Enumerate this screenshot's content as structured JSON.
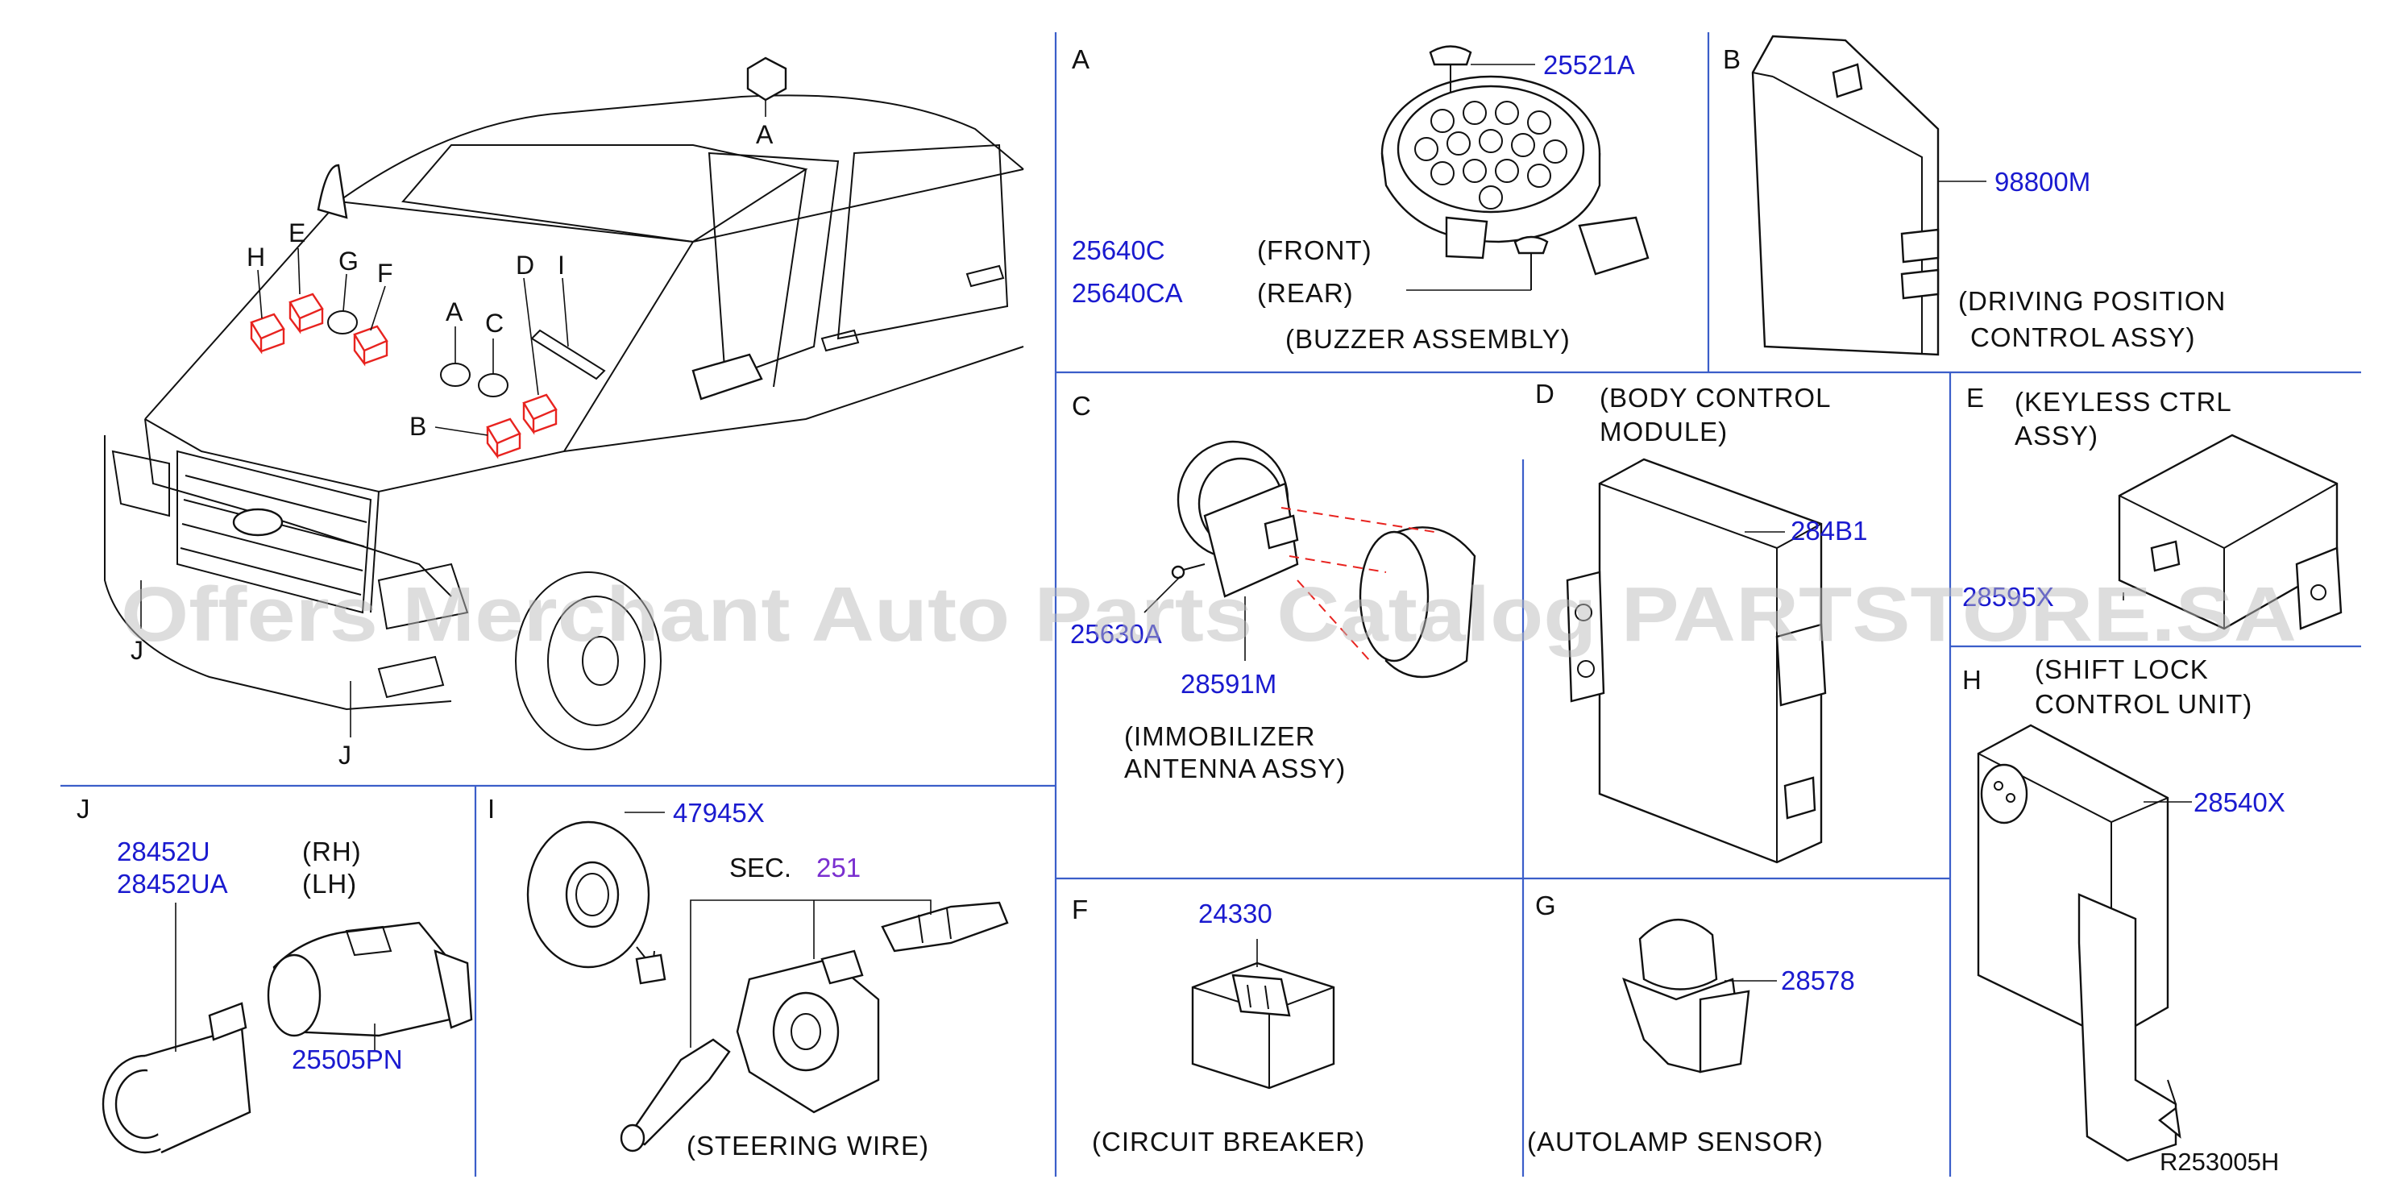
{
  "reference_code": "R253005H",
  "watermark": "Offers Merchant Auto Parts Catalog PARTSTORE.SA",
  "overview": {
    "callouts": [
      "A",
      "H",
      "E",
      "G",
      "F",
      "A",
      "C",
      "D",
      "I",
      "B",
      "J",
      "J"
    ]
  },
  "panels": {
    "A": {
      "letter": "A",
      "title_lines": [
        "(BUZZER  ASSEMBLY)"
      ],
      "parts": [
        "25521A",
        "25640C",
        "25640CA"
      ],
      "qualifiers": [
        "(FRONT)",
        "(REAR)"
      ]
    },
    "B": {
      "letter": "B",
      "title_lines": [
        "(DRIVING  POSITION",
        "CONTROL  ASSY)"
      ],
      "parts": [
        "98800M"
      ]
    },
    "C": {
      "letter": "C",
      "title_lines": [
        "(IMMOBILIZER",
        "ANTENNA  ASSY)"
      ],
      "parts": [
        "25630A",
        "28591M"
      ]
    },
    "D": {
      "letter": "D",
      "title_lines": [
        "(BODY  CONTROL",
        "MODULE)"
      ],
      "parts": [
        "284B1"
      ]
    },
    "E": {
      "letter": "E",
      "title_lines": [
        "(KEYLESS  CTRL",
        "ASSY)"
      ],
      "parts": [
        "28595X"
      ]
    },
    "F": {
      "letter": "F",
      "title_lines": [
        "(CIRCUIT  BREAKER)"
      ],
      "parts": [
        "24330"
      ]
    },
    "G": {
      "letter": "G",
      "title_lines": [
        "(AUTOLAMP  SENSOR)"
      ],
      "parts": [
        "28578"
      ]
    },
    "H": {
      "letter": "H",
      "title_lines": [
        "(SHIFT  LOCK",
        "CONTROL  UNIT)"
      ],
      "parts": [
        "28540X"
      ]
    },
    "I": {
      "letter": "I",
      "title_lines": [
        "(STEERING  WIRE)"
      ],
      "parts": [
        "47945X"
      ],
      "section_label": "SEC.",
      "section_number": "251"
    },
    "J": {
      "letter": "J",
      "parts": [
        "28452U",
        "28452UA",
        "25505PN"
      ],
      "qualifiers": [
        "(RH)",
        "(LH)"
      ]
    }
  },
  "colors": {
    "part_number": "#1a1acf",
    "section_number": "#7a2fd0",
    "grid": "#3b5ec9",
    "location_marker": "#e8231f",
    "line": "#111111"
  }
}
